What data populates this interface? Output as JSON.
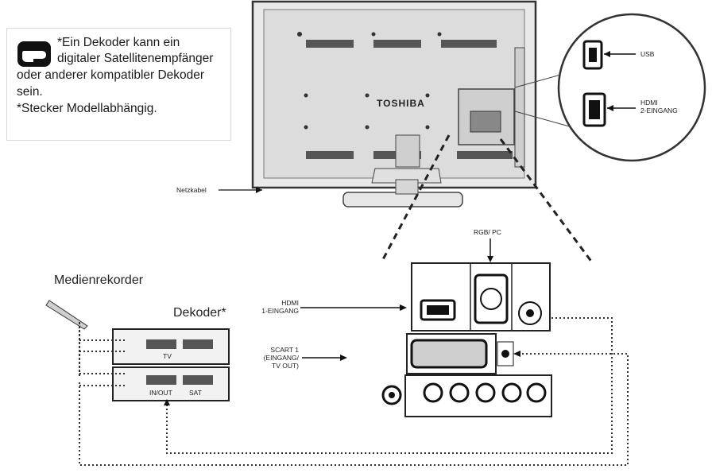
{
  "note": {
    "line1": "*Ein Dekoder kann ein",
    "line2": "digitaler Satellitenempfänger",
    "line3": "oder anderer kompatibler Dekoder",
    "line4": "sein.",
    "line5": "*Stecker Modellabhängig."
  },
  "tv": {
    "brand": "TOSHIBA"
  },
  "zoom": {
    "usb": "USB",
    "hdmi2_line1": "HDMI",
    "hdmi2_line2": "2-EINGANG"
  },
  "labels": {
    "netzkabel": "Netzkabel",
    "rgb_pc": "RGB/ PC",
    "hdmi1_line1": "HDMI",
    "hdmi1_line2": "1-EINGANG",
    "scart_line1": "SCART 1",
    "scart_line2": "(EINGANG/",
    "scart_line3": "TV OUT)",
    "medienrekorder": "Medienrekorder",
    "dekoder": "Dekoder*",
    "tv": "TV",
    "in_out": "IN/OUT",
    "sat": "SAT"
  }
}
